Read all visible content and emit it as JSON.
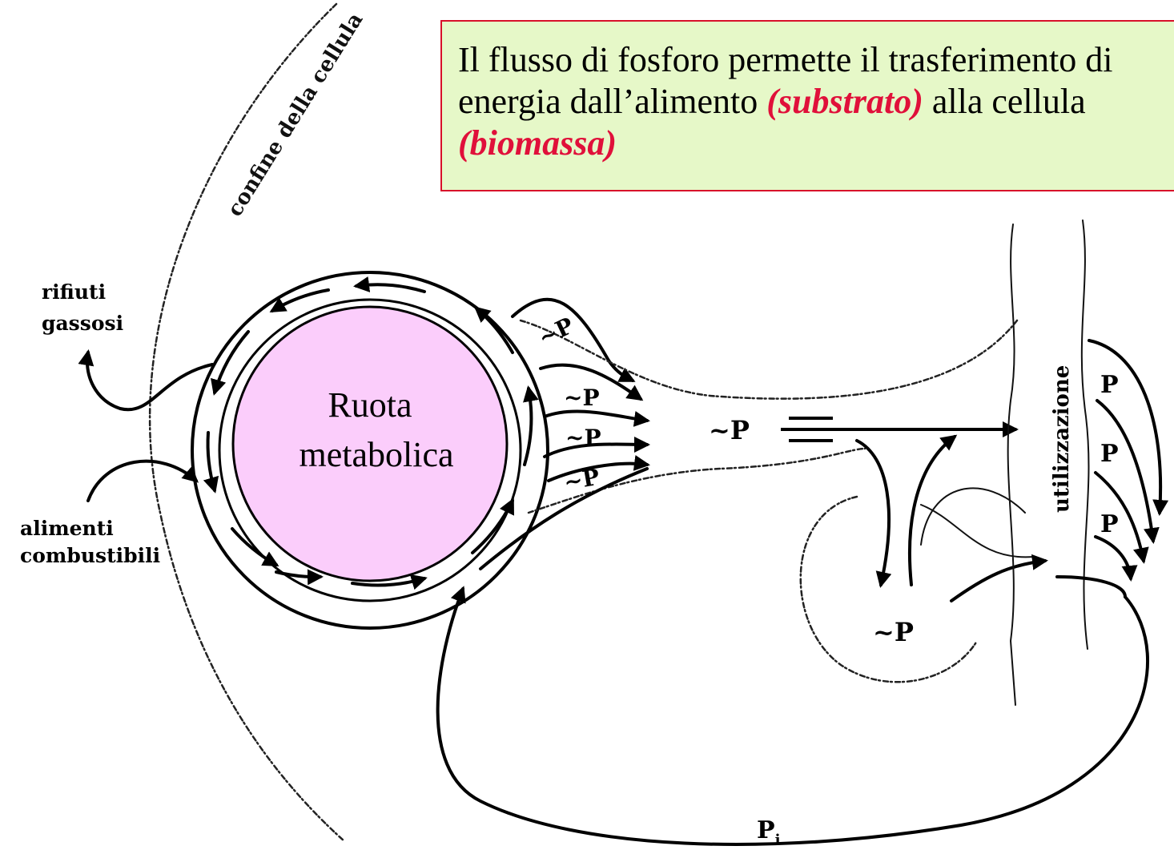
{
  "note": {
    "line1": "Il flusso di fosforo permette il trasferimento di",
    "line2_a": "energia dall’alimento ",
    "line2_em": "(substrato)",
    "line2_b": " alla cellula",
    "line3_em": "(biomassa)"
  },
  "labels": {
    "cell_boundary": "confine della cellula",
    "gas_waste_1": "rifiuti",
    "gas_waste_2": "gassosi",
    "food_1": "alimenti",
    "food_2": "combustibili",
    "wheel_1": "Ruota",
    "wheel_2": "metabolica",
    "high_energy_p": "~P",
    "p": "P",
    "utilization": "utilizzazione",
    "p_inorganic": "P",
    "p_inorganic_sub": "i"
  },
  "colors": {
    "wheel_fill": "#fbcdfb",
    "note_background": "#e6f8c8",
    "note_border": "#d8102a",
    "emphasis": "#e0103a"
  }
}
